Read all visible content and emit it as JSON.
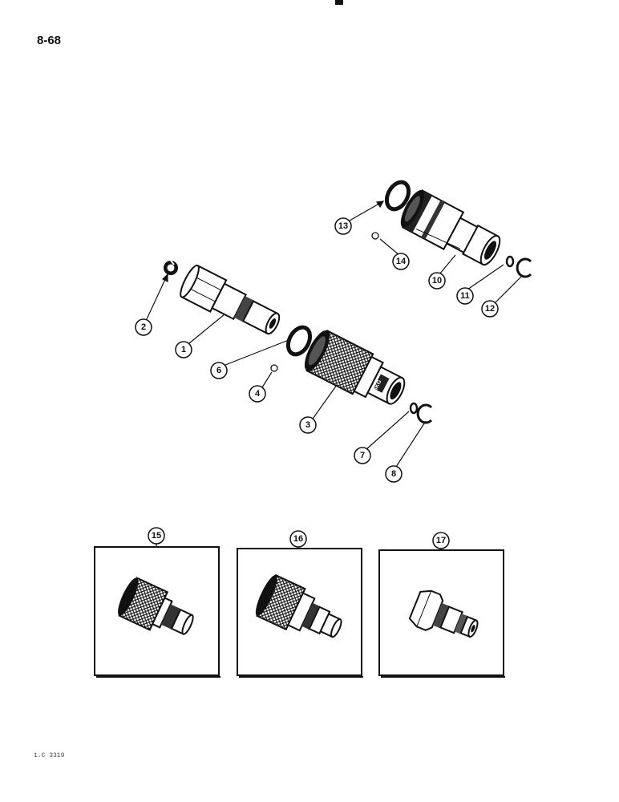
{
  "page": {
    "number": "8-68",
    "document_code": "1.C 3319"
  },
  "callouts": {
    "c1": "1",
    "c2": "2",
    "c3": "3",
    "c4": "4",
    "c6": "6",
    "c7": "7",
    "c8": "8",
    "c10": "10",
    "c11": "11",
    "c12": "12",
    "c13": "13",
    "c14": "14",
    "c15": "15",
    "c16": "16",
    "c17": "17"
  },
  "part_marking": "BKG"
}
